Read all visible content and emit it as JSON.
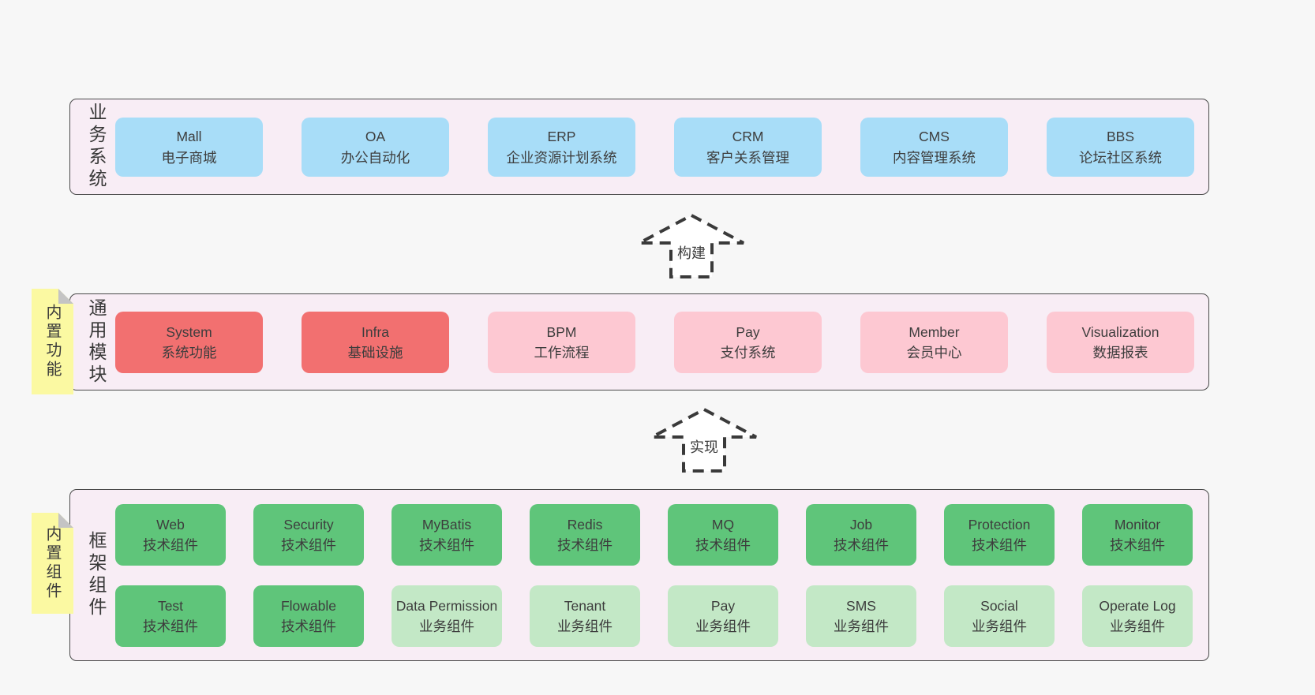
{
  "colors": {
    "page_bg": "#f7f7f7",
    "section_bg": "#f8edf5",
    "section_border": "#4a4a4a",
    "blue_box": "#a8ddf8",
    "red_box": "#f27070",
    "pink_box": "#fdc8d2",
    "green_dark_box": "#5fc57a",
    "green_light_box": "#c3e8c6",
    "note_yellow": "#fbf9a2",
    "note_fold_gray": "#c4c4c4",
    "text": "#3d3d3d"
  },
  "arrows": [
    {
      "label": "构建"
    },
    {
      "label": "实现"
    }
  ],
  "sections": [
    {
      "label": "业务系统",
      "boxes": [
        {
          "en": "Mall",
          "zh": "电子商城",
          "variant": "blue"
        },
        {
          "en": "OA",
          "zh": "办公自动化",
          "variant": "blue"
        },
        {
          "en": "ERP",
          "zh": "企业资源计划系统",
          "variant": "blue"
        },
        {
          "en": "CRM",
          "zh": "客户关系管理",
          "variant": "blue"
        },
        {
          "en": "CMS",
          "zh": "内容管理系统",
          "variant": "blue"
        },
        {
          "en": "BBS",
          "zh": "论坛社区系统",
          "variant": "blue"
        }
      ]
    },
    {
      "label": "通用模块",
      "note": "内置功能",
      "boxes": [
        {
          "en": "System",
          "zh": "系统功能",
          "variant": "red"
        },
        {
          "en": "Infra",
          "zh": "基础设施",
          "variant": "red"
        },
        {
          "en": "BPM",
          "zh": "工作流程",
          "variant": "pink"
        },
        {
          "en": "Pay",
          "zh": "支付系统",
          "variant": "pink"
        },
        {
          "en": "Member",
          "zh": "会员中心",
          "variant": "pink"
        },
        {
          "en": "Visualization",
          "zh": "数据报表",
          "variant": "pink"
        }
      ]
    },
    {
      "label": "框架组件",
      "note": "内置组件",
      "box_rows": [
        [
          {
            "en": "Web",
            "zh": "技术组件",
            "variant": "green-dark"
          },
          {
            "en": "Security",
            "zh": "技术组件",
            "variant": "green-dark"
          },
          {
            "en": "MyBatis",
            "zh": "技术组件",
            "variant": "green-dark"
          },
          {
            "en": "Redis",
            "zh": "技术组件",
            "variant": "green-dark"
          },
          {
            "en": "MQ",
            "zh": "技术组件",
            "variant": "green-dark"
          },
          {
            "en": "Job",
            "zh": "技术组件",
            "variant": "green-dark"
          },
          {
            "en": "Protection",
            "zh": "技术组件",
            "variant": "green-dark"
          },
          {
            "en": "Monitor",
            "zh": "技术组件",
            "variant": "green-dark"
          }
        ],
        [
          {
            "en": "Test",
            "zh": "技术组件",
            "variant": "green-dark"
          },
          {
            "en": "Flowable",
            "zh": "技术组件",
            "variant": "green-dark"
          },
          {
            "en": "Data Permission",
            "zh": "业务组件",
            "variant": "green-light"
          },
          {
            "en": "Tenant",
            "zh": "业务组件",
            "variant": "green-light"
          },
          {
            "en": "Pay",
            "zh": "业务组件",
            "variant": "green-light"
          },
          {
            "en": "SMS",
            "zh": "业务组件",
            "variant": "green-light"
          },
          {
            "en": "Social",
            "zh": "业务组件",
            "variant": "green-light"
          },
          {
            "en": "Operate Log",
            "zh": "业务组件",
            "variant": "green-light"
          }
        ]
      ]
    }
  ]
}
